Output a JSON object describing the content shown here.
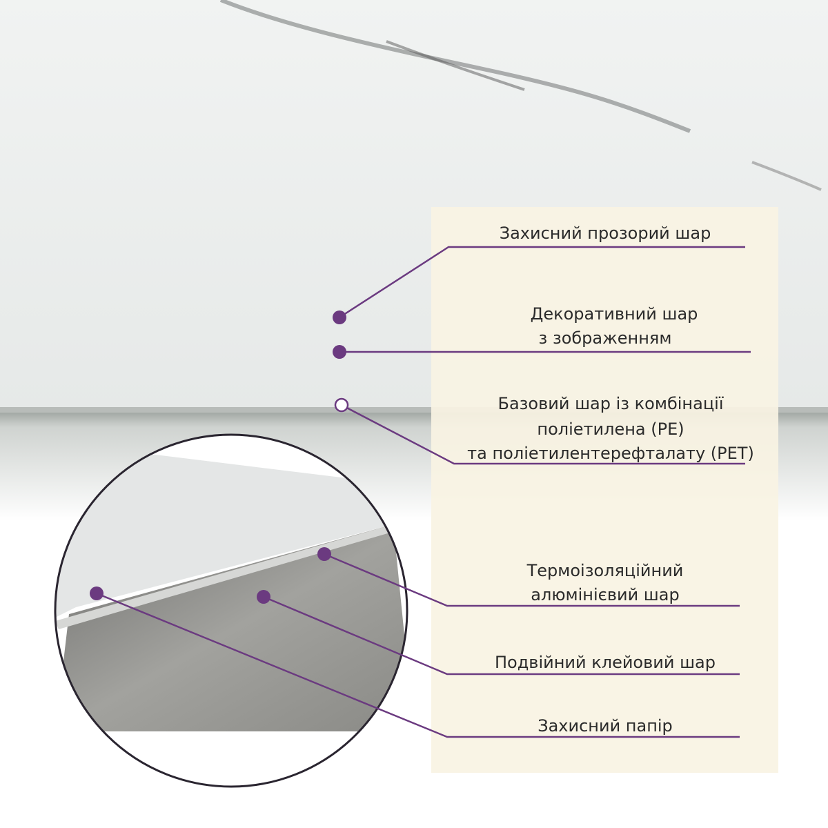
{
  "colors": {
    "accent": "#6b3a80",
    "panel": "#f8f3e3",
    "marble": "#eceeed"
  },
  "layers": [
    {
      "lines": [
        "Захисний прозорий шар"
      ],
      "marker": "filled"
    },
    {
      "lines": [
        "Декоративний шар",
        "з зображенням"
      ],
      "marker": "filled"
    },
    {
      "lines": [
        "Базовий шар із комбінації",
        "поліетилена (PE)",
        "та поліетилентерефталату (PET)"
      ],
      "marker": "hollow"
    },
    {
      "lines": [
        "Термоізоляційний",
        "алюмінієвий шар"
      ],
      "marker": "filled"
    },
    {
      "lines": [
        "Подвійний клейовий шар"
      ],
      "marker": "filled"
    },
    {
      "lines": [
        "Захисний папір"
      ],
      "marker": "filled"
    }
  ]
}
